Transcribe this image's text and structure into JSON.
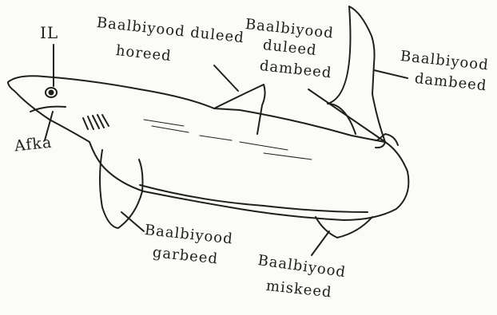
{
  "diagram": {
    "ink_color": "#1f1f1f",
    "paper_color": "#fbfbf8",
    "labels": {
      "eye": "IL",
      "mouth": "Afka",
      "first_dorsal_line1": "Baalbiyood duleed",
      "first_dorsal_line2": "horeed",
      "second_dorsal_line1": "Baalbiyood",
      "second_dorsal_line2": "duleed",
      "second_dorsal_line3": "dambeed",
      "caudal_line1": "Baalbiyood",
      "caudal_line2": "dambeed",
      "pectoral_line1": "Baalbiyood",
      "pectoral_line2": "garbeed",
      "pelvic_line1": "Baalbiyood",
      "pelvic_line2": "miskeed"
    }
  }
}
